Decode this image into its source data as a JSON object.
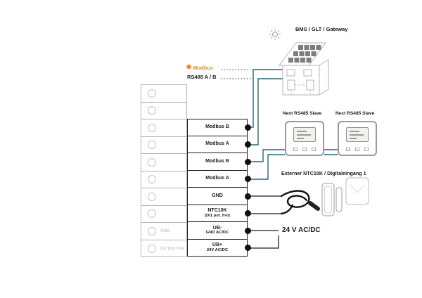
{
  "colors": {
    "wire": "#2a6678",
    "modbus_orange": "#e8862d",
    "border_gray": "#b3b3b3",
    "device_gray": "#9a9a9a"
  },
  "header": {
    "bms_label": "BMS / GLT / Gateway",
    "modbus_logo": "Modbus",
    "modbus_star": "✹",
    "rs485_label": "RS485 A / B"
  },
  "terminal_block": {
    "rows": [
      {
        "label": "",
        "sub": "",
        "left": ""
      },
      {
        "label": "",
        "sub": "",
        "left": ""
      },
      {
        "label": "Modbus B",
        "sub": "",
        "left": ""
      },
      {
        "label": "Modbus A",
        "sub": "",
        "left": ""
      },
      {
        "label": "Modbus B",
        "sub": "",
        "left": ""
      },
      {
        "label": "Modbus A",
        "sub": "",
        "left": ""
      },
      {
        "label": "GND",
        "sub": "",
        "left": ""
      },
      {
        "label": "NTC10K",
        "sub": "(DI1 pot. frei)",
        "left": ""
      },
      {
        "label": "UB-",
        "sub": "GND AC/DC",
        "left": "GND"
      },
      {
        "label": "UB+",
        "sub": "24V AC/DC",
        "left": "DI2 (pot. frei)"
      }
    ]
  },
  "devices": {
    "slave1": "Next RS485 Slave",
    "slave2": "Next RS485 Slave"
  },
  "annotations": {
    "sensor_label": "Externer NTC10K / Digitaleingang 1",
    "power_label": "24 V AC/DC"
  }
}
